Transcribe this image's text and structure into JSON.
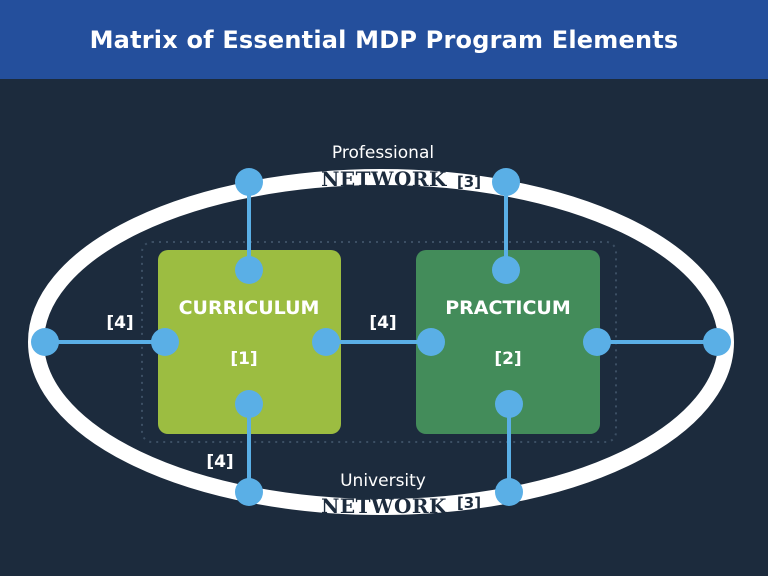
{
  "header": {
    "title": "Matrix of Essential MDP Program Elements"
  },
  "colors": {
    "background": "#1c2b3d",
    "header": "#244f9c",
    "curriculum": "#9cbd41",
    "practicum": "#438c5a",
    "node": "#5aafe6",
    "ring": "#ffffff"
  },
  "boxes": {
    "curriculum": {
      "title": "CURRICULUM",
      "ref": "[1]"
    },
    "practicum": {
      "title": "PRACTICUM",
      "ref": "[2]"
    }
  },
  "network_top": {
    "caption": "Professional",
    "word": "NETWORK",
    "ref": "[3]"
  },
  "network_bottom": {
    "caption": "University",
    "word": "NETWORK",
    "ref": "[3]"
  },
  "links": {
    "left": "[4]",
    "middle": "[4]",
    "bottom": "[4]"
  }
}
